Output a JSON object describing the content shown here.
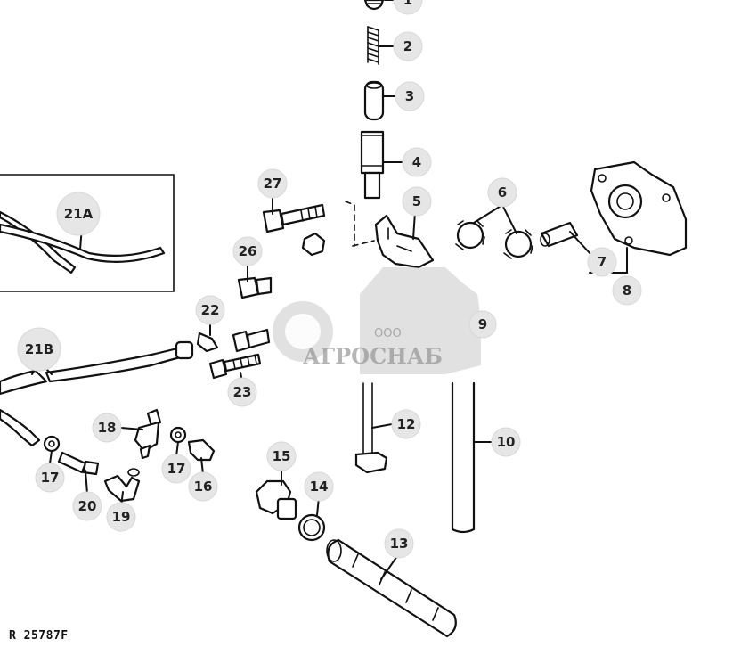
{
  "diagram": {
    "reference_code": "R 25787F",
    "callouts": {
      "c1": "1",
      "c2": "2",
      "c3": "3",
      "c4": "4",
      "c5": "5",
      "c6": "6",
      "c7": "7",
      "c8": "8",
      "c9": "9",
      "c10": "10",
      "c12": "12",
      "c13": "13",
      "c14": "14",
      "c15": "15",
      "c16": "16",
      "c17a": "17",
      "c17b": "17",
      "c18": "18",
      "c19": "19",
      "c20": "20",
      "c21a": "21A",
      "c21b": "21B",
      "c22": "22",
      "c23": "23",
      "c26": "26",
      "c27": "27"
    }
  },
  "watermark": {
    "company": "АГРОСНАБ",
    "prefix": "ООО"
  }
}
